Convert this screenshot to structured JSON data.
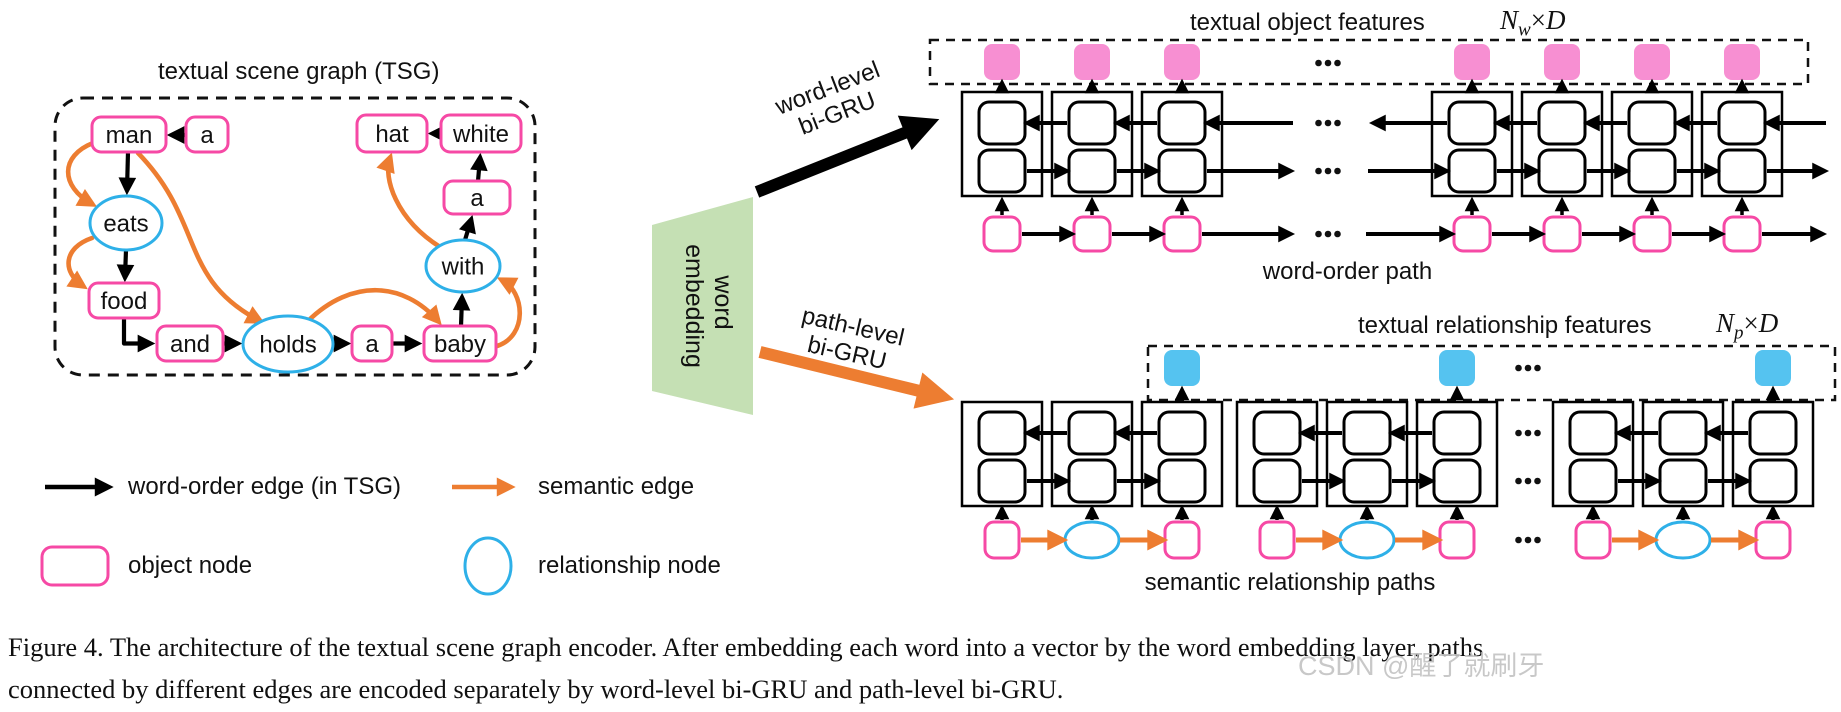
{
  "figure": {
    "tsg": {
      "title": "textual scene graph (TSG)",
      "nodes": [
        {
          "id": "man",
          "label": "man",
          "type": "object"
        },
        {
          "id": "a1",
          "label": "a",
          "type": "object"
        },
        {
          "id": "hat",
          "label": "hat",
          "type": "object"
        },
        {
          "id": "white",
          "label": "white",
          "type": "object"
        },
        {
          "id": "a2",
          "label": "a",
          "type": "object"
        },
        {
          "id": "eats",
          "label": "eats",
          "type": "relationship"
        },
        {
          "id": "food",
          "label": "food",
          "type": "object"
        },
        {
          "id": "and",
          "label": "and",
          "type": "object"
        },
        {
          "id": "holds",
          "label": "holds",
          "type": "relationship"
        },
        {
          "id": "a3",
          "label": "a",
          "type": "object"
        },
        {
          "id": "baby",
          "label": "baby",
          "type": "object"
        },
        {
          "id": "with",
          "label": "with",
          "type": "relationship"
        }
      ],
      "word_order_edges": [
        [
          "a1",
          "man"
        ],
        [
          "man",
          "eats"
        ],
        [
          "eats",
          "food"
        ],
        [
          "food",
          "and"
        ],
        [
          "and",
          "holds"
        ],
        [
          "holds",
          "a3"
        ],
        [
          "a3",
          "baby"
        ],
        [
          "baby",
          "with"
        ],
        [
          "with",
          "a2"
        ],
        [
          "a2",
          "white"
        ],
        [
          "white",
          "hat"
        ]
      ],
      "semantic_edges": [
        [
          "man",
          "eats"
        ],
        [
          "eats",
          "food"
        ],
        [
          "man",
          "holds"
        ],
        [
          "holds",
          "baby"
        ],
        [
          "baby",
          "with"
        ],
        [
          "with",
          "hat"
        ]
      ]
    },
    "embedding_block": {
      "line1": "word",
      "line2": "embedding"
    },
    "word_level": {
      "arrow_line1": "word-level",
      "arrow_line2": "bi-GRU",
      "features_label": "textual object features",
      "dim": {
        "n": "N",
        "sub": "w",
        "times": "×",
        "d": "D"
      },
      "path_label": "word-order path",
      "left_units": 3,
      "right_units": 4,
      "ellipsis": "..."
    },
    "path_level": {
      "arrow_line1": "path-level",
      "arrow_line2": "bi-GRU",
      "features_label": "textual relationship features",
      "dim": {
        "n": "N",
        "sub": "p",
        "times": "×",
        "d": "D"
      },
      "path_label": "semantic relationship paths",
      "groups": 3,
      "units_per_group": 3,
      "ellipsis": "..."
    },
    "legend": {
      "word_order_edge": "word-order edge (in TSG)",
      "semantic_edge": "semantic edge",
      "object_node": "object node",
      "relationship_node": "relationship node"
    },
    "colors": {
      "pink": "#F649A5",
      "pink_fill": "#F78FD2",
      "blue": "#2EB0E8",
      "blue_fill": "#55C3F0",
      "orange": "#ED7D31",
      "green": "#C5E0B4",
      "black": "#000000"
    }
  },
  "caption": {
    "line1": "Figure 4. The architecture of the textual scene graph encoder. After embedding each word into a vector by the word embedding layer, paths",
    "line2": "connected by different edges are encoded separately by word-level bi-GRU and path-level bi-GRU."
  },
  "watermark": "CSDN @醒了就刷牙"
}
